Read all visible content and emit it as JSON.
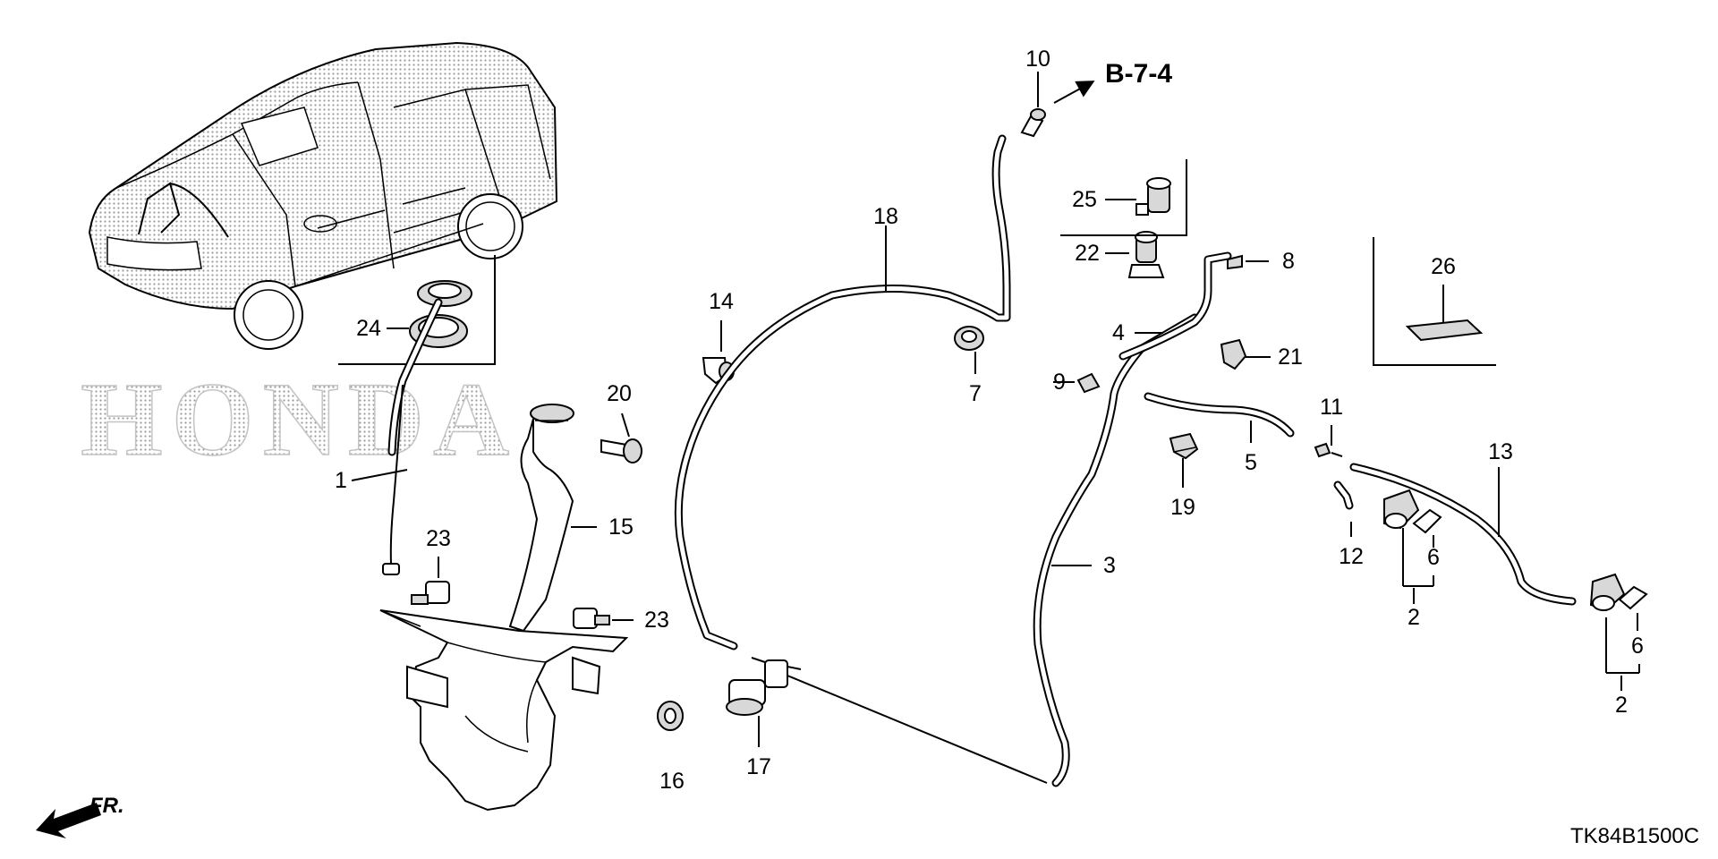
{
  "diagram": {
    "ref_code": "B-7-4",
    "drawing_code": "TK84B1500C",
    "front_indicator": "FR.",
    "brand_watermark": "HONDA",
    "part_labels": {
      "p1": "1",
      "p2a": "2",
      "p2b": "2",
      "p3": "3",
      "p4": "4",
      "p5": "5",
      "p6a": "6",
      "p6b": "6",
      "p7": "7",
      "p8": "8",
      "p9": "9",
      "p10": "10",
      "p11": "11",
      "p12": "12",
      "p13": "13",
      "p14": "14",
      "p15": "15",
      "p16": "16",
      "p17": "17",
      "p18": "18",
      "p19": "19",
      "p20": "20",
      "p21": "21",
      "p22": "22",
      "p23a": "23",
      "p23b": "23",
      "p24": "24",
      "p25": "25",
      "p26": "26"
    }
  }
}
